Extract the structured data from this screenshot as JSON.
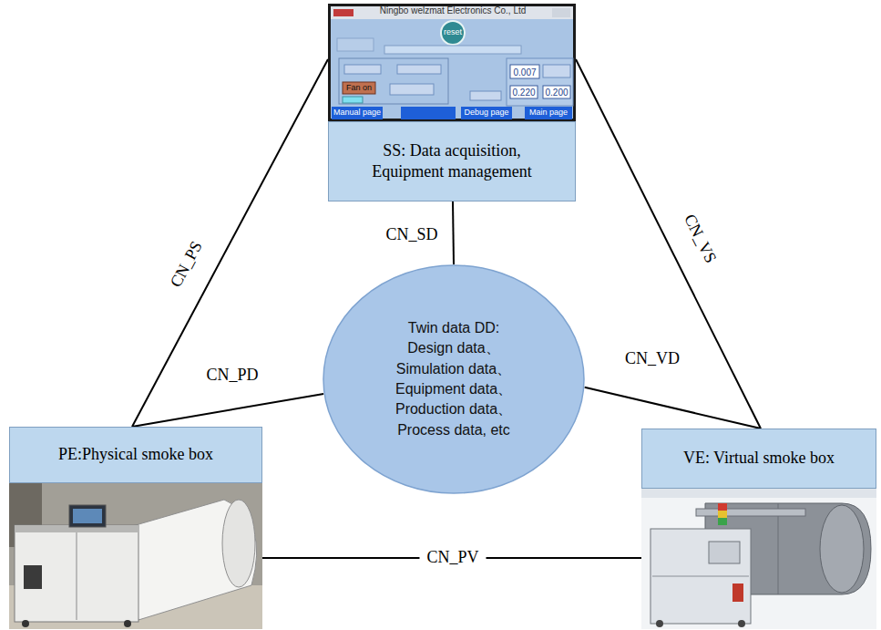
{
  "diagram": {
    "nodes": [
      {
        "text": [
          "SS: Data acquisition, Equipment management"
        ]
      },
      {
        "text": [
          "Twin data DD:",
          "Design data、 Simulation data、 Equipment data、 Production data、 Process data, etc"
        ]
      },
      {
        "text": [
          "PE:Physical smoke box"
        ]
      },
      {
        "text": [
          "VE: Virtual smoke box"
        ]
      }
    ],
    "edges": [
      {
        "from": 2,
        "to": 0,
        "arrow": "none",
        "label": "CN_PS"
      },
      {
        "from": 0,
        "to": 1,
        "arrow": "none",
        "label": "CN_SD"
      },
      {
        "from": 0,
        "to": 3,
        "arrow": "none",
        "label": "CN_VS"
      },
      {
        "from": 2,
        "to": 1,
        "arrow": "none",
        "label": "CN_PD"
      },
      {
        "from": 3,
        "to": 1,
        "arrow": "none",
        "label": "CN_VD"
      },
      {
        "from": 2,
        "to": 3,
        "arrow": "none",
        "label": "CN_PV"
      }
    ],
    "labels": [
      "Ningbo welzmat Electronics Co., Ltd",
      "reset",
      "Fan on",
      "0.007",
      "0.220",
      "0.200",
      "Manual page",
      "Debug page",
      "Main page"
    ]
  }
}
